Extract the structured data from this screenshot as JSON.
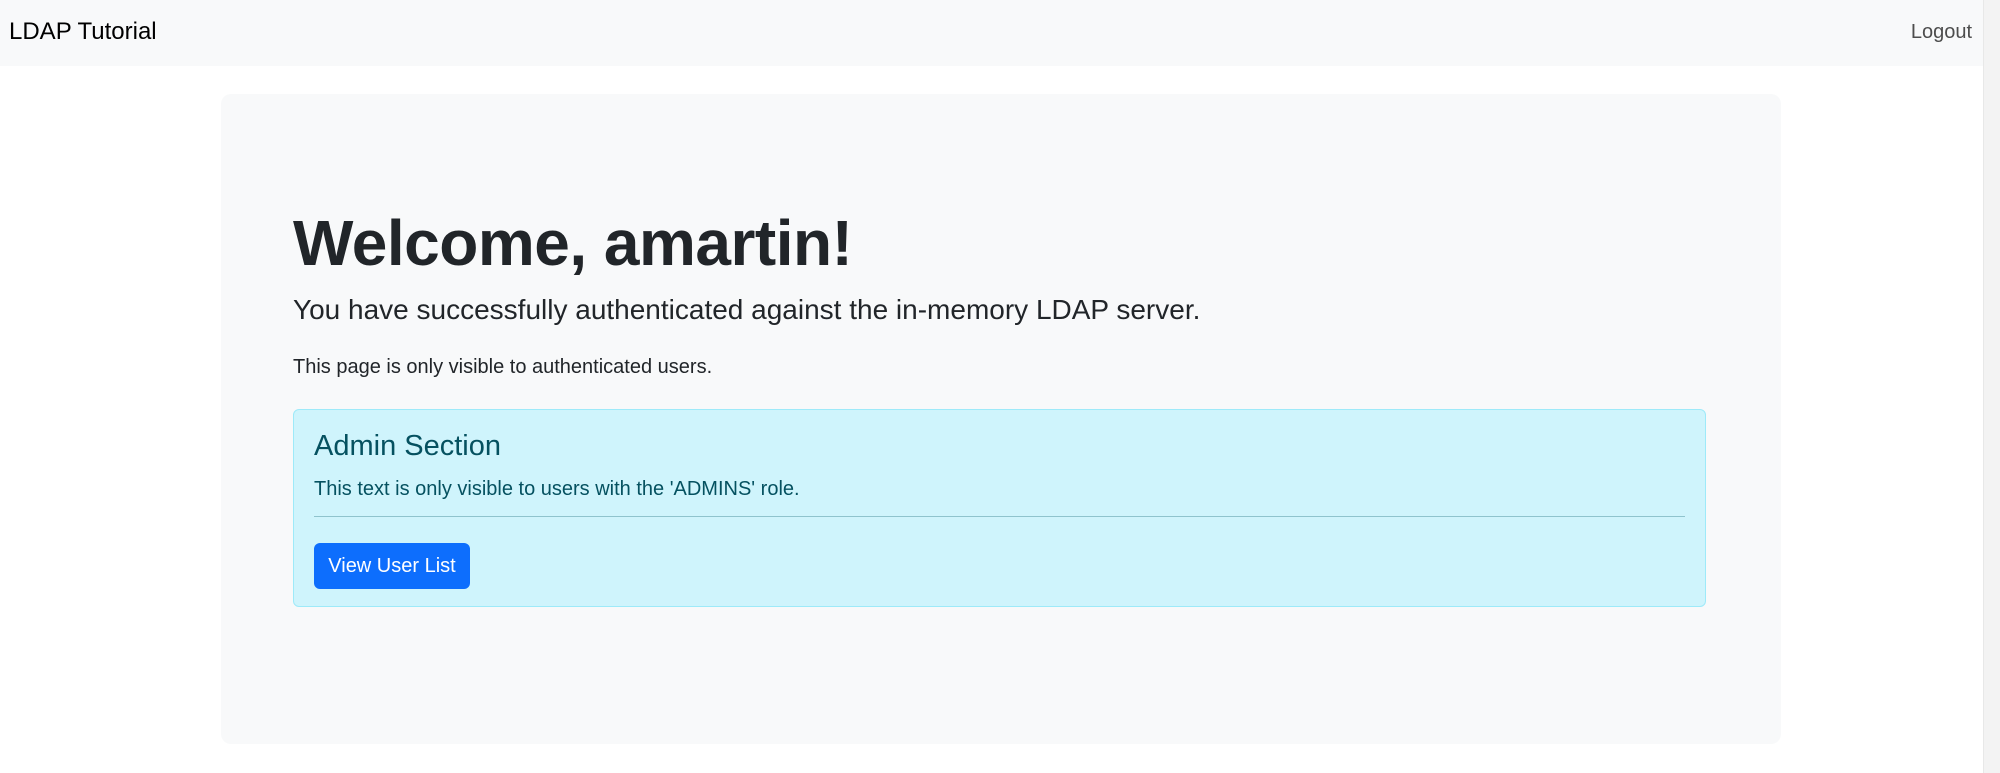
{
  "navbar": {
    "brand": "LDAP Tutorial",
    "logout": "Logout"
  },
  "main": {
    "title": "Welcome, amartin!",
    "lead": "You have successfully authenticated against the in-memory LDAP server.",
    "note": "This page is only visible to authenticated users.",
    "admin": {
      "heading": "Admin Section",
      "text": "This text is only visible to users with the 'ADMINS' role.",
      "button": "View User List"
    }
  },
  "colors": {
    "accent": "#0d6efd",
    "alert_bg": "#cff4fc",
    "alert_text": "#055160"
  }
}
